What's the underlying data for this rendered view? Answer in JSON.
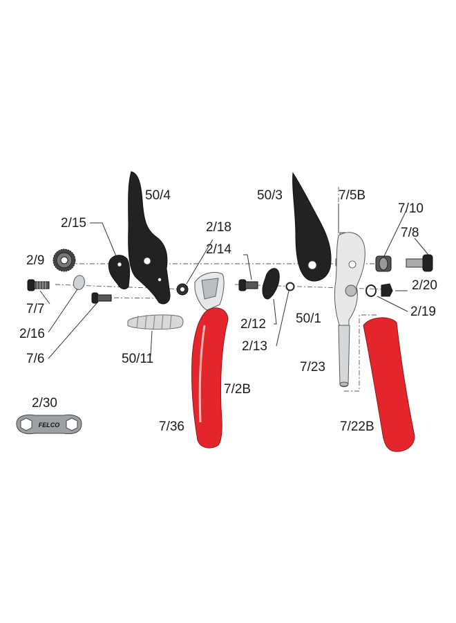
{
  "colors": {
    "handle_red": "#e3262b",
    "metal_grey": "#cfd3d6",
    "blade_black": "#222222",
    "label_text": "#1a1a1a"
  },
  "labels": {
    "p50_4": "50/4",
    "p50_3": "50/3",
    "p7_5B": "7/5B",
    "p7_10": "7/10",
    "p7_8": "7/8",
    "p2_15": "2/15",
    "p2_18": "2/18",
    "p2_14": "2/14",
    "p2_9": "2/9",
    "p2_20": "2/20",
    "p7_7": "7/7",
    "p2_16": "2/16",
    "p7_6": "7/6",
    "p2_12": "2/12",
    "p2_13": "2/13",
    "p50_1": "50/1",
    "p2_19": "2/19",
    "p50_11": "50/11",
    "p7_23": "7/23",
    "p7_2B": "7/2B",
    "p7_36": "7/36",
    "p7_22B": "7/22B",
    "p2_30": "2/30"
  },
  "logo_text": "FELCO"
}
